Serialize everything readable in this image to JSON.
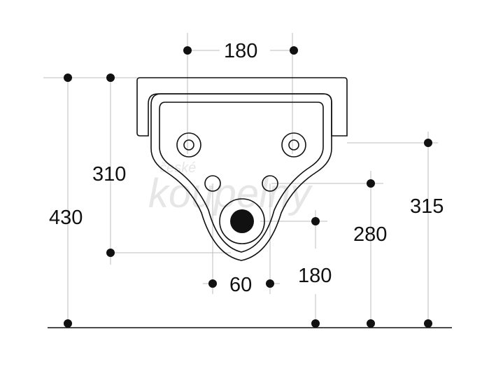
{
  "watermark": {
    "line1": "české",
    "line2": "koupelny"
  },
  "dimensions": {
    "top_hole_spacing": "180",
    "total_height": "430",
    "rim_height": "310",
    "right_height": "315",
    "small_hole_height": "280",
    "outlet_height": "180",
    "small_hole_spacing": "60"
  },
  "colors": {
    "ink": "#111111",
    "guide": "#bdbdbd",
    "watermark": "#e6e6e6"
  }
}
